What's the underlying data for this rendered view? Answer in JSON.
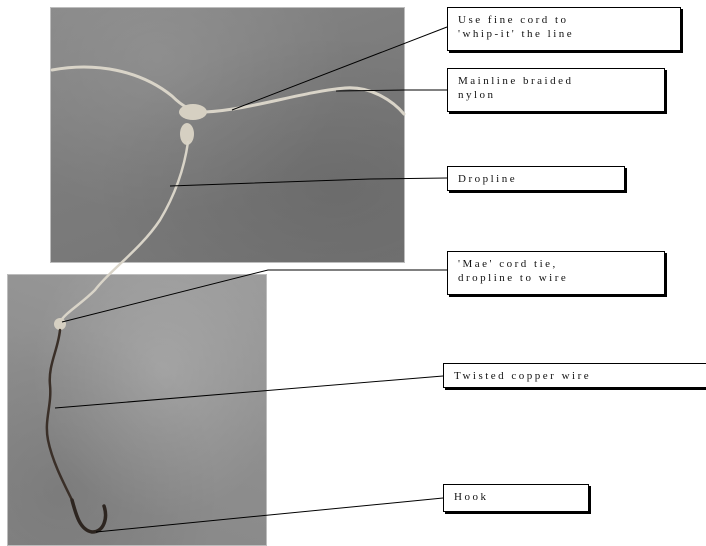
{
  "labels": {
    "whip": "Use fine cord to\n'whip-it' the line",
    "mainline": "Mainline braided\nnylon",
    "dropline": "Dropline",
    "mae": "'Mae' cord tie,\ndropline to wire",
    "copper": "Twisted copper wire",
    "hook": "Hook"
  },
  "colors": {
    "line": "#000000",
    "cord": "#d9d4c8",
    "wire": "#3a2f28"
  }
}
